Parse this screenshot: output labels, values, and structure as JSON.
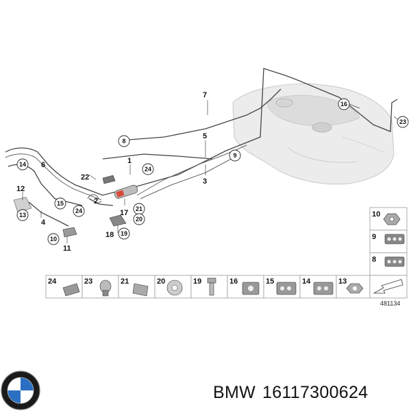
{
  "callouts": [
    "7",
    "5",
    "3",
    "1",
    "22",
    "2",
    "17",
    "18",
    "6",
    "12",
    "4",
    "11"
  ],
  "circled": [
    "16",
    "23",
    "8",
    "9",
    "14",
    "24",
    "24",
    "15",
    "21",
    "20",
    "19",
    "13",
    "10"
  ],
  "grid_bottom": [
    "24",
    "23",
    "21",
    "20",
    "19",
    "16",
    "15",
    "14",
    "13"
  ],
  "grid_side": [
    "10",
    "9",
    "8"
  ],
  "ref_number": "481134",
  "brand": "BMW",
  "part_number": "16117300624",
  "colors": {
    "line": "#444444",
    "tank": "#e6e6e6",
    "bmw_blue": "#2a6fc2",
    "ring": "#111111"
  }
}
